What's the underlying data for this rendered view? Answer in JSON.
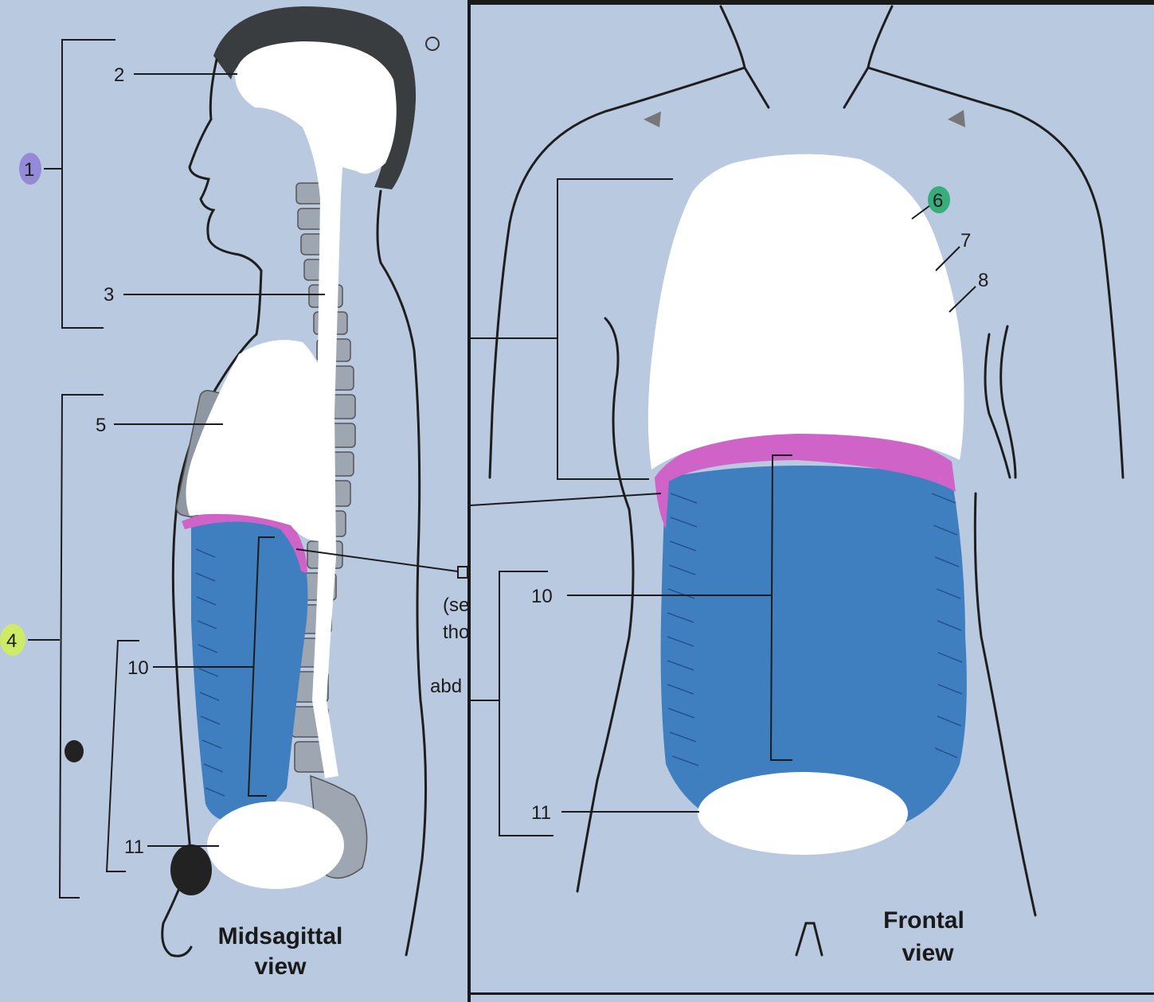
{
  "panels": {
    "midsagittal": {
      "caption_line1": "Midsagittal",
      "caption_line2": "view"
    },
    "frontal": {
      "caption_line1": "Frontal",
      "caption_line2": "view"
    }
  },
  "labels": {
    "n1": "1",
    "n2": "2",
    "n3": "3",
    "n4": "4",
    "n5": "5",
    "n10a": "10",
    "n11a": "11",
    "n6": "6",
    "n7": "7",
    "n8": "8",
    "n10b": "10",
    "n11b": "11"
  },
  "fragments": {
    "f1": "(se",
    "f2": "tho",
    "f3": "abd"
  },
  "colors": {
    "page": "#b9c9e0",
    "abdominal_cavity": "#3f7fc0",
    "diaphragm": "#cf63c8",
    "covered_region": "#ffffff",
    "highlight_1": "#8d7fd6",
    "highlight_4": "#cfee5a",
    "highlight_6": "#2aa870",
    "hair": "#222222"
  }
}
